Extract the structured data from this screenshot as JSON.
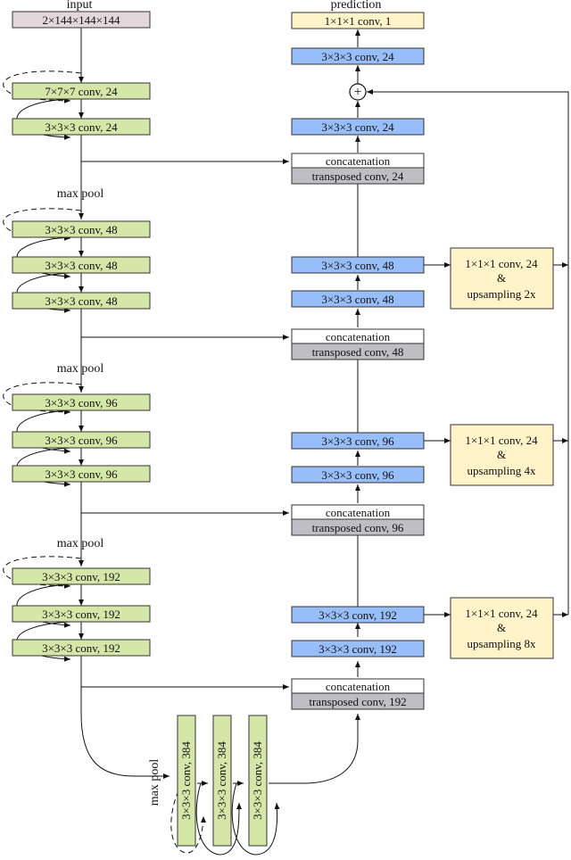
{
  "colors": {
    "encoder": "#d4e6a8",
    "decoder": "#98befa",
    "transposed": "#bfbfc3",
    "head": "#fff3c9",
    "input": "#e3d7dc",
    "stroke": "#333333"
  },
  "labels": {
    "input": "input",
    "prediction": "prediction",
    "max_pool": "max pool",
    "concatenation": "concatenation",
    "and": "&"
  },
  "boxes": {
    "input_shape": "2×144×144×144",
    "pred_conv": "1×1×1 conv, 1",
    "d_top_conv": "3×3×3 conv, 24",
    "e0_a": "7×7×7 conv, 24",
    "e0_b": "3×3×3 conv, 24",
    "e1_a": "3×3×3 conv, 48",
    "e1_b": "3×3×3 conv, 48",
    "e1_c": "3×3×3 conv, 48",
    "e2_a": "3×3×3 conv, 96",
    "e2_b": "3×3×3 conv, 96",
    "e2_c": "3×3×3 conv, 96",
    "e3_a": "3×3×3 conv, 192",
    "e3_b": "3×3×3 conv, 192",
    "e3_c": "3×3×3 conv, 192",
    "d0_conv": "3×3×3 conv, 24",
    "d0_tconv": "transposed conv, 24",
    "d1_conv_up": "3×3×3 conv, 48",
    "d1_conv": "3×3×3 conv, 48",
    "d1_tconv": "transposed conv, 48",
    "d2_conv_up": "3×3×3 conv, 96",
    "d2_conv": "3×3×3 conv, 96",
    "d2_tconv": "transposed conv, 96",
    "d3_conv_up": "3×3×3 conv, 192",
    "d3_conv": "3×3×3 conv, 192",
    "d3_tconv": "transposed conv, 192",
    "b_1": "3×3×3 conv, 384",
    "b_2": "3×3×3 conv, 384",
    "b_3": "3×3×3 conv, 384"
  },
  "heads": [
    {
      "conv": "1×1×1 conv, 24",
      "amp": "&",
      "up": "upsampling 2x"
    },
    {
      "conv": "1×1×1 conv, 24",
      "amp": "&",
      "up": "upsampling 4x"
    },
    {
      "conv": "1×1×1 conv, 24",
      "amp": "&",
      "up": "upsampling 8x"
    }
  ],
  "sum_symbol": "+"
}
